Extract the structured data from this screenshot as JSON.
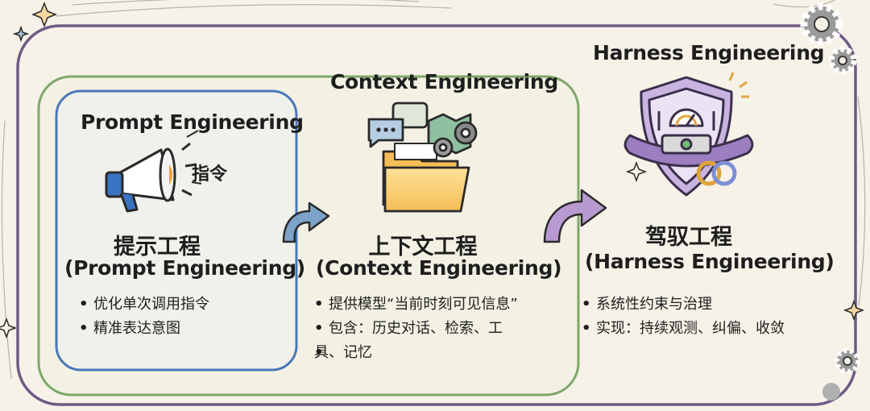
{
  "stages": [
    {
      "title_en": "Prompt Engineering",
      "icon_label": "指令",
      "name_cn": "提示工程",
      "name_en": "(Prompt Engineering)",
      "bullets": [
        "优化单次调用指令",
        "精准表达意图"
      ]
    },
    {
      "title_en": "Context Engineering",
      "name_cn": "上下文工程",
      "name_en": "(Context Engineering)",
      "bullets": [
        "提供模型“当前时刻可见信息”",
        "包含：历史对话、检索、工",
        "具、记忆"
      ]
    },
    {
      "title_en": "Harness Engineering",
      "name_cn": "驾驭工程",
      "name_en": "(Harness Engineering)",
      "bullets": [
        "系统性约束与治理",
        "实现：持续观测、纠偏、收敛"
      ]
    }
  ],
  "icons": [
    "megaphone-icon",
    "folder-icon",
    "shield-dashboard-icon",
    "gear-icon",
    "sparkle-icon",
    "arrow-icon"
  ],
  "colors": {
    "background": "#f6f2e8",
    "outer_border": "#6e5a86",
    "context_border": "#7fa86a",
    "prompt_border": "#4a78b8",
    "arrow_blue": "#7ea3c9",
    "arrow_purple": "#b89ad0"
  }
}
